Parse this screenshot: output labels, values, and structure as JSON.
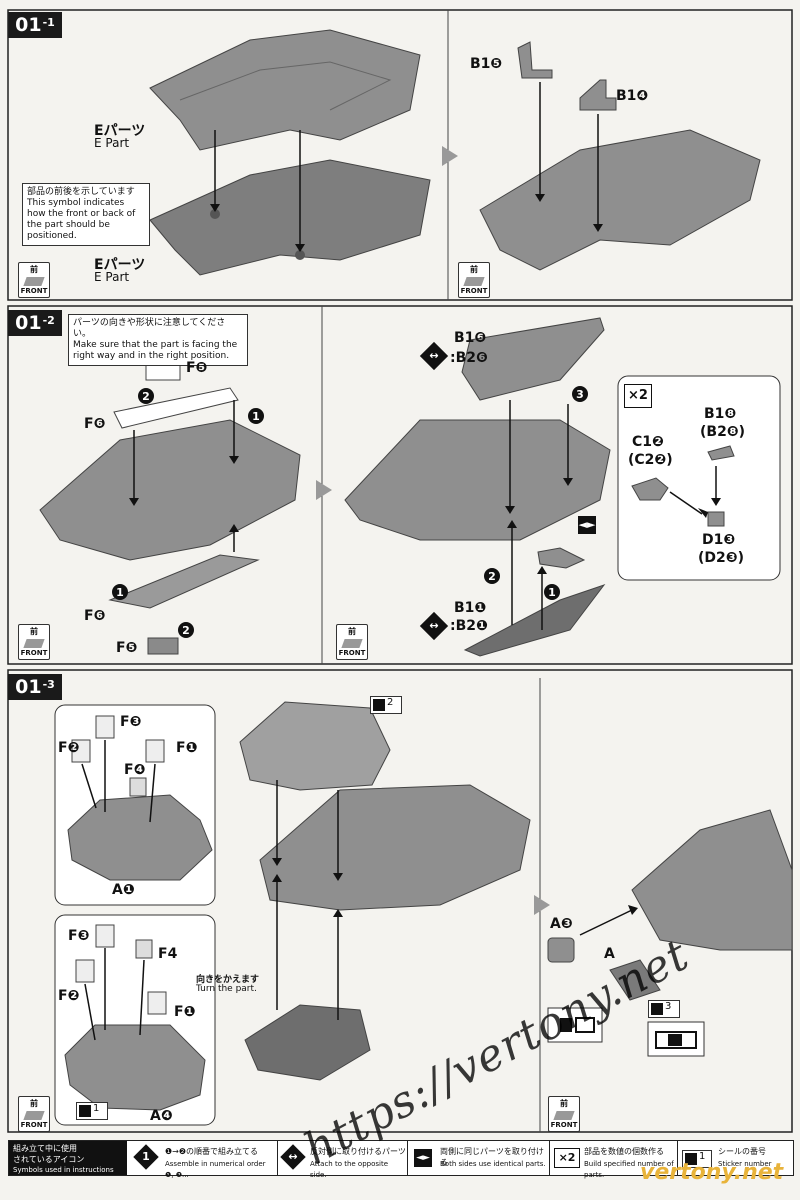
{
  "sections": [
    {
      "id": "01",
      "sub": "-1"
    },
    {
      "id": "01",
      "sub": "-2"
    },
    {
      "id": "01",
      "sub": "-3"
    }
  ],
  "s1": {
    "e_part_top_jp": "Eパーツ",
    "e_part_top_en": "E Part",
    "e_part_bot_jp": "Eパーツ",
    "e_part_bot_en": "E Part",
    "front_note_jp": "部品の前後を示しています",
    "front_note_en": "This symbol indicates how the front or back of the part should be positioned.",
    "b15": "B1❺",
    "b14": "B1❹"
  },
  "front_icon": {
    "jp": "前",
    "en": "FRONT"
  },
  "s2": {
    "note_jp": "パーツの向きや形状に注意してください。",
    "note_en": "Make sure that the part is facing the right way and in the right position.",
    "f5a": "F❺",
    "f6a": "F❻",
    "f6b": "F❻",
    "f5b": "F❺",
    "b16": "B1❻",
    "b26": ":B2❻",
    "b11": "B1❶",
    "b21": ":B2❶",
    "x2": "×2",
    "b18": "B1❽",
    "b28": "(B2❽)",
    "c12": "C1❷",
    "c22": "(C2❷)",
    "d13": "D1❸",
    "d23": "(D2❸)"
  },
  "s3": {
    "f3a": "F❸",
    "f2a": "F❷",
    "f1a": "F❶",
    "f4a": "F❹",
    "a1": "A❶",
    "f3b": "F❸",
    "f4b": "F4",
    "f2b": "F❷",
    "f1b": "F❶",
    "a4": "A❹",
    "turn_jp": "向きをかえます",
    "turn_en": "Turn the part.",
    "sticker2": "2",
    "sticker1": "1",
    "sticker3": "3",
    "a3": "A❸",
    "a_partial": "A"
  },
  "legend": {
    "title_jp1": "組み立て中に使用",
    "title_jp2": "されているアイコン",
    "title_en": "Symbols used in instructions",
    "order_jp": "❶→❷の順番で組み立てる",
    "order_en": "Assemble in numerical order ❶, ❷...",
    "opposite_jp": "反対側に取り付けるパーツ",
    "opposite_en": "Attach to the opposite side.",
    "both_jp": "両側に同じパーツを取り付ける",
    "both_en": "Both sides use identical parts.",
    "count_jp": "部品を数値の個数作る",
    "count_en": "Build specified number of parts.",
    "sticker_jp": "シールの番号",
    "sticker_en": "Sticker number",
    "x2": "×2",
    "one": "1"
  },
  "watermark": {
    "main": "https://vertony.net",
    "corner": "vertony.net"
  },
  "colors": {
    "part": "#8f8f8f",
    "part_dark": "#6e6e6e",
    "page": "#f4f3ef"
  }
}
